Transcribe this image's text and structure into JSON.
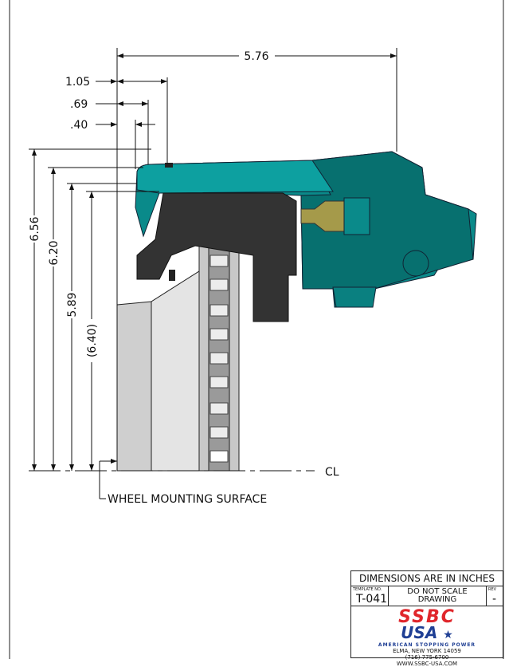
{
  "dimensions": {
    "overall_width": "5.76",
    "d1": "1.05",
    "d2": ".69",
    "d3": ".40",
    "h1": "6.56",
    "h2": "6.20",
    "h3": "5.89",
    "h4": "(6.40)"
  },
  "labels": {
    "centerline": "CL",
    "wheel_mounting": "WHEEL MOUNTING SURFACE"
  },
  "title_block": {
    "units_note": "DIMENSIONS ARE IN INCHES",
    "template_label": "TEMPLATE NO.",
    "template_no": "T-041",
    "scale_note_1": "DO NOT SCALE",
    "scale_note_2": "DRAWING",
    "rev_label": "REV",
    "rev": "-",
    "logo_top": "SSBC",
    "logo_bottom": "USA",
    "tagline": "AMERICAN STOPPING POWER",
    "address": "ELMA, NEW YORK  14059",
    "phone": "(716) 775-6700",
    "website": "WWW.SSBC-USA.COM"
  },
  "colors": {
    "caliper": "#0a8a8a",
    "caliper_dark": "#07706f",
    "bracket": "#333333",
    "fitting": "#a59a4a",
    "rotor": "#b8b8b8"
  }
}
